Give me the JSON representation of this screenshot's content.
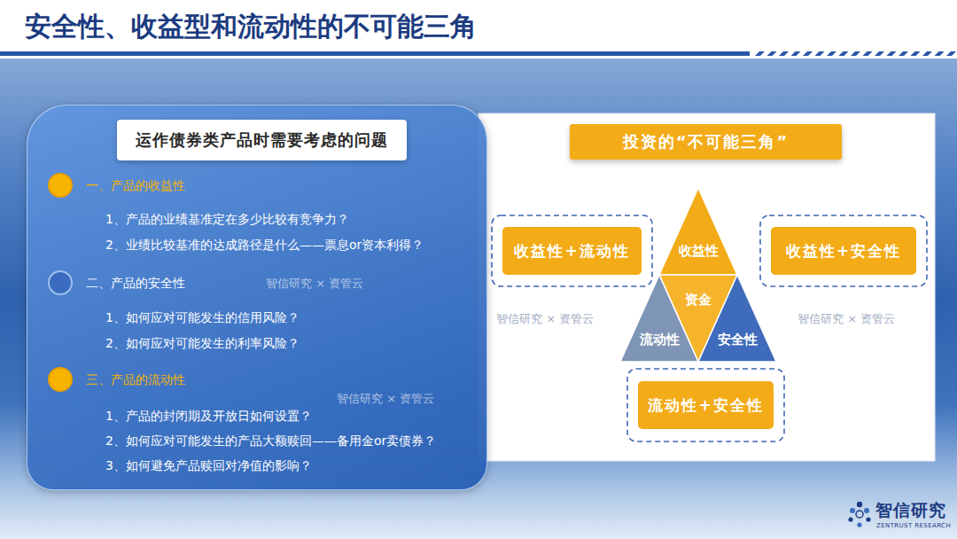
{
  "diagram": {
    "title": "安全性、收益型和流动性的不可能三角",
    "nodes": [
      {
        "text": [
          "一、产品的收益性",
          "1、产品的业绩基准定在多少比较有竞争力？",
          "2、业绩比较基准的达成路径是什么——票息or资本利得？",
          "二、产品的安全性",
          "1、如何应对可能发生的信用风险？",
          "2、如何应对可能发生的利率风险？",
          "三、产品的流动性",
          "1、产品的封闭期及开放日如何设置？",
          "2、如何应对可能发生的产品大额赎回——备用金or卖债券？",
          "3、如何避免产品赎回对净值的影响？"
        ]
      },
      {
        "text": [
          "运作债券类产品时需要考虑的问题"
        ],
        "in": 0
      },
      {
        "text": [
          "投资的“不可能三角”"
        ]
      },
      {
        "text": [
          "收益性+流动性"
        ]
      },
      {
        "text": [
          "收益性"
        ]
      },
      {
        "text": [
          "收益性+安全性"
        ]
      },
      {
        "text": [
          "资金"
        ]
      },
      {
        "text": [
          "流动性"
        ]
      },
      {
        "text": [
          "安全性"
        ]
      },
      {
        "text": [
          "流动性+安全性"
        ]
      }
    ],
    "labels": [
      "智信研究 × 资管云",
      "智信研究 × 资管云",
      "智信研究 × 资管云",
      "智信研究 × 资管云",
      "智信研究",
      "ZENTRUST RESEARCH"
    ]
  }
}
